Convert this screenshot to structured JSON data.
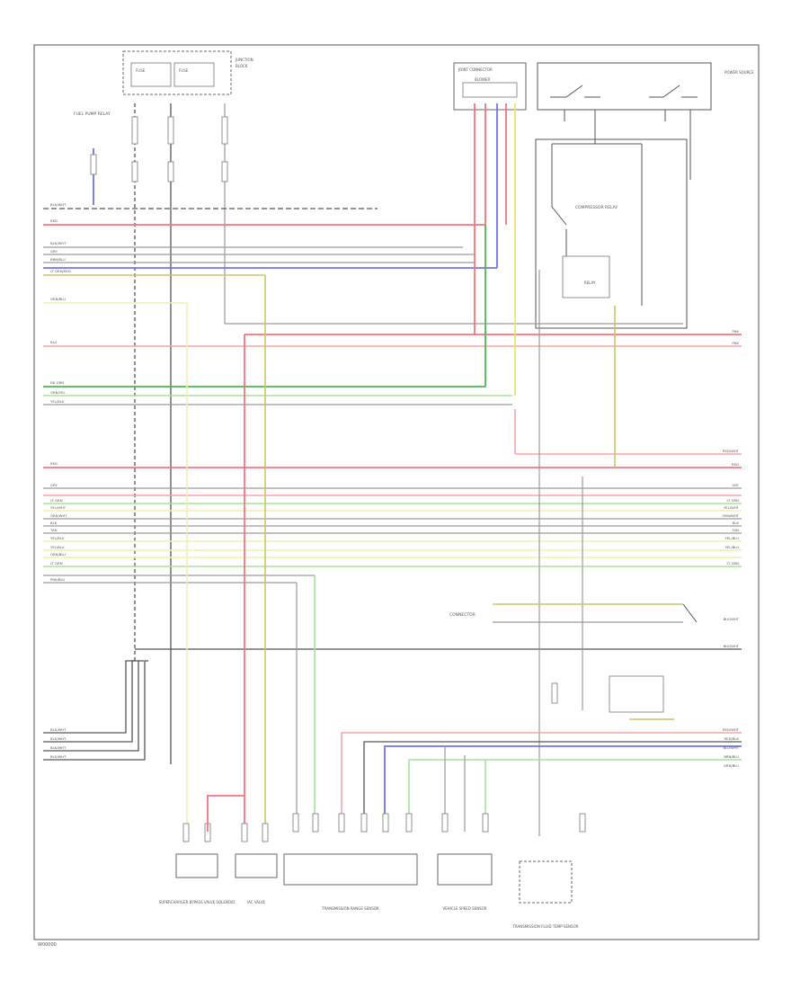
{
  "diagram": {
    "footer_id": "W00000",
    "colors": {
      "red": "#f2747f",
      "pink": "#f7a4ae",
      "blue": "#6f74e6",
      "green": "#4bb84b",
      "light_green": "#a6e49a",
      "yellow": "#e9e470",
      "olive": "#c9c76a",
      "gray": "#9a9a9a",
      "frame": "#555555"
    },
    "top_left_relay_label": "FUEL PUMP RELAY",
    "top_center_box_label": "JOINT CONNECTOR",
    "top_right_box_label": "BLOWER",
    "top_far_right_label": "POWER SOURCE",
    "right_module_label": "COMPRESSOR RELAY",
    "mid_right_connector_label": "CONNECTOR",
    "relay_note": "RELAY",
    "bottom_components": [
      "SUPERCHARGER BYPASS VALVE SOLENOID",
      "IAC VALVE",
      "TRANSMISSION RANGE SENSOR",
      "VEHICLE SPEED SENSOR",
      "TRANSMISSION FLUID TEMP SENSOR"
    ],
    "wire_labels_left": [
      "BLK/WHT",
      "RED",
      "BLK/WHT",
      "GRY",
      "BRN/BLU",
      "LT GRN/RED",
      "GRN/BLU",
      "BLU",
      "DK GRN",
      "ORN/YEL",
      "YEL/BLK",
      "RED",
      "GRY",
      "LT GRN",
      "YEL/WHT",
      "ORN/WHT",
      "BLK",
      "TAN",
      "YEL/BLU",
      "YEL/BLU",
      "ORN/BLU",
      "LT GRN",
      "PNK/BLU",
      "BLK/WHT",
      "BLK/WHT",
      "BLK/WHT",
      "BLK/WHT"
    ],
    "wire_labels_right": [
      "PNK",
      "PNK",
      "RED/WHT",
      "RED",
      "GRY",
      "LT GRN",
      "YEL/WHT",
      "ORN/WHT",
      "BLK",
      "TAN",
      "YEL/BLU",
      "YEL/BLU",
      "LT GRN",
      "BLK/WHT",
      "BLK/WHT",
      "RED/WHT",
      "RED/BLK",
      "BLU/WHT",
      "BRN/BLU",
      "GRN/BLU"
    ]
  }
}
